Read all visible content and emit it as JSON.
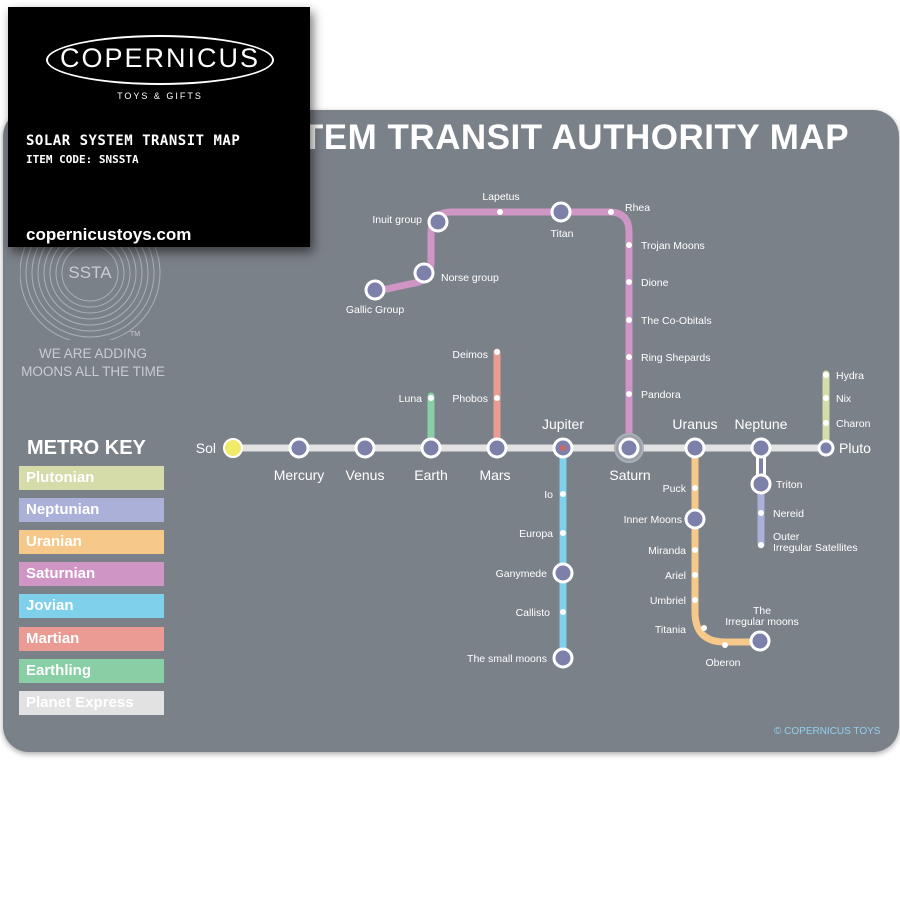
{
  "title": "STEM TRANSIT AUTHORITY MAP",
  "tag": {
    "logo": "COPERNICUS",
    "logo_sub": "TOYS & GIFTS",
    "product_title": "SOLAR SYSTEM TRANSIT MAP",
    "item_code": "ITEM CODE: SNSSTA",
    "website": "copernicustoys.com"
  },
  "emblem": {
    "text": "SSTA",
    "tm": "TM",
    "tagline_1": "WE ARE ADDING",
    "tagline_2": "MOONS ALL THE TIME"
  },
  "metro_key": {
    "title": "METRO KEY",
    "items": [
      {
        "label": "Plutonian",
        "color": "#d6dbaa"
      },
      {
        "label": "Neptunian",
        "color": "#aab0d8"
      },
      {
        "label": "Uranian",
        "color": "#f6c98a"
      },
      {
        "label": "Saturnian",
        "color": "#cf95c4"
      },
      {
        "label": "Jovian",
        "color": "#7fd0ea"
      },
      {
        "label": "Martian",
        "color": "#ea9b94"
      },
      {
        "label": "Earthling",
        "color": "#88cfa5"
      },
      {
        "label": "Planet Express",
        "color": "#e2e2e2"
      }
    ]
  },
  "stations": {
    "sol": "Sol",
    "mercury": "Mercury",
    "venus": "Venus",
    "earth": "Earth",
    "mars": "Mars",
    "jupiter": "Jupiter",
    "saturn": "Saturn",
    "uranus": "Uranus",
    "neptune": "Neptune",
    "pluto": "Pluto",
    "luna": "Luna",
    "phobos": "Phobos",
    "deimos": "Deimos",
    "io": "Io",
    "europa": "Europa",
    "ganymede": "Ganymede",
    "callisto": "Callisto",
    "small_moons": "The small moons",
    "gallic": "Gallic Group",
    "norse": "Norse group",
    "inuit": "Inuit group",
    "lapetus": "Lapetus",
    "titan": "Titan",
    "rhea": "Rhea",
    "trojan": "Trojan Moons",
    "dione": "Dione",
    "coorbitals": "The Co-Obitals",
    "ring_shepards": "Ring Shepards",
    "pandora": "Pandora",
    "puck": "Puck",
    "inner_moons": "Inner Moons",
    "miranda": "Miranda",
    "ariel": "Ariel",
    "umbriel": "Umbriel",
    "titania": "Titania",
    "oberon": "Oberon",
    "irregular_1": "The",
    "irregular_2": "Irregular moons",
    "triton": "Triton",
    "nereid": "Nereid",
    "outer_1": "Outer",
    "outer_2": "Irregular Satellites",
    "hydra": "Hydra",
    "nix": "Nix",
    "charon": "Charon"
  },
  "copyright": "© COPERNICUS TOYS"
}
